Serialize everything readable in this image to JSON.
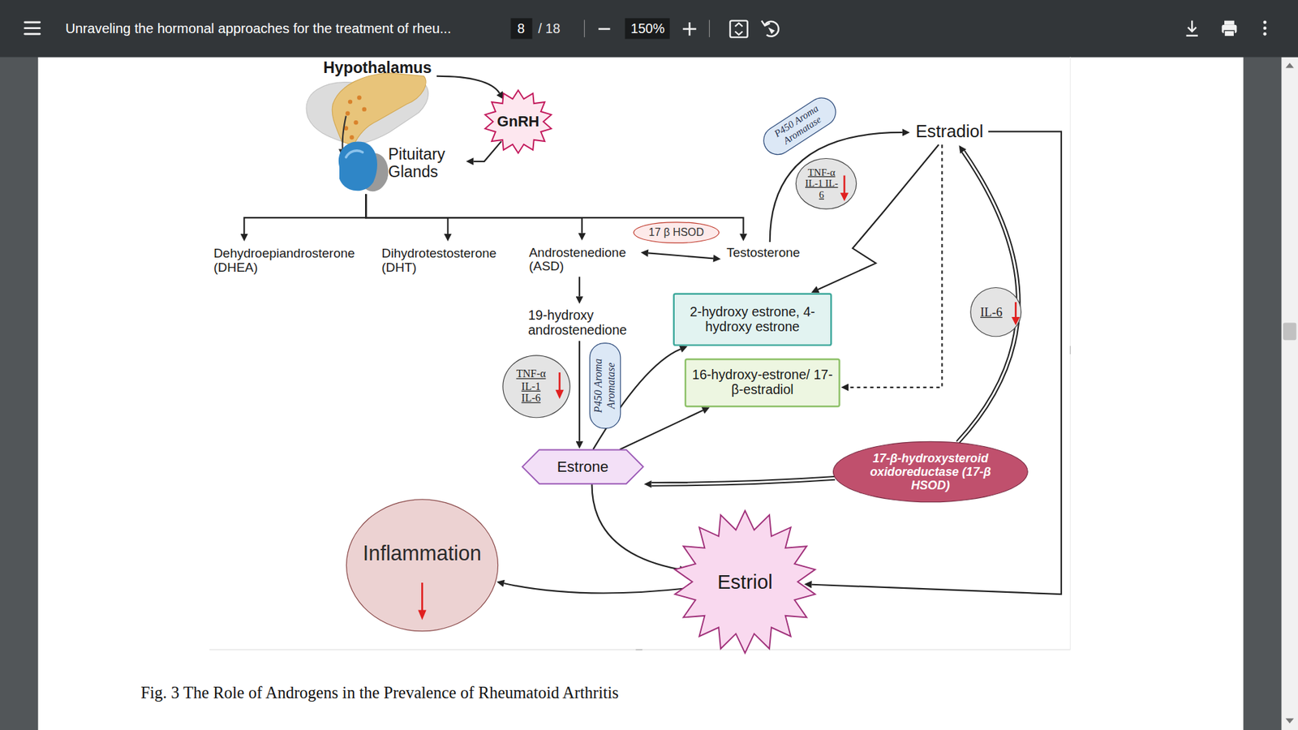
{
  "diagram": {
    "caption": "Fig. 3 The Role of Androgens in the Prevalence of Rheumatoid Arthritis",
    "nodes": [
      {
        "text": [
          "Hypothalamus"
        ]
      },
      {
        "text": [
          "GnRH"
        ]
      },
      {
        "text": [
          "Pituitary Glands"
        ]
      },
      {
        "text": [
          "Dehydroepiandrosterone (DHEA)"
        ]
      },
      {
        "text": [
          "Dihydrotestosterone (DHT)"
        ]
      },
      {
        "text": [
          "Androstenedione (ASD)"
        ]
      },
      {
        "text": [
          "17 β HSOD"
        ]
      },
      {
        "text": [
          "Testosterone"
        ]
      },
      {
        "text": [
          "P450 Aroma Aromatase"
        ]
      },
      {
        "text": [
          "TNF-α IL-1 IL-6"
        ]
      },
      {
        "text": [
          "Estradiol"
        ]
      },
      {
        "text": [
          "19-hydroxy androstenedione"
        ]
      },
      {
        "text": [
          "TNF-α IL-1 IL-6"
        ]
      },
      {
        "text": [
          "P450 Aroma Aromatase"
        ]
      },
      {
        "text": [
          "2-hydroxy estrone, 4-hydroxy estrone"
        ]
      },
      {
        "text": [
          "16-hydroxy-estrone/ 17-β-estradiol"
        ]
      },
      {
        "text": [
          "IL-6"
        ]
      },
      {
        "text": [
          "Estrone"
        ]
      },
      {
        "text": [
          "17-β-hydroxysteroid oxidoreductase (17-β HSOD)"
        ]
      },
      {
        "text": [
          "Inflammation"
        ]
      },
      {
        "text": [
          "Estriol"
        ]
      }
    ],
    "edges": [
      {
        "from": 0,
        "to": 1,
        "arrow": "to"
      },
      {
        "from": 1,
        "to": 2,
        "arrow": "to"
      },
      {
        "from": 2,
        "to": 3,
        "arrow": "to"
      },
      {
        "from": 2,
        "to": 4,
        "arrow": "to"
      },
      {
        "from": 2,
        "to": 5,
        "arrow": "to"
      },
      {
        "from": 2,
        "to": 7,
        "arrow": "to"
      },
      {
        "from": 5,
        "to": 7,
        "arrow": "both"
      },
      {
        "from": 5,
        "to": 11,
        "arrow": "to"
      },
      {
        "from": 11,
        "to": 17,
        "arrow": "to"
      },
      {
        "from": 7,
        "to": 10,
        "arrow": "to"
      },
      {
        "from": 10,
        "to": 14,
        "arrow": "to"
      },
      {
        "from": 10,
        "to": 15,
        "arrow": "to"
      },
      {
        "from": 10,
        "to": 20,
        "arrow": "to"
      },
      {
        "from": 17,
        "to": 14,
        "arrow": "to"
      },
      {
        "from": 17,
        "to": 15,
        "arrow": "to"
      },
      {
        "from": 17,
        "to": 20,
        "arrow": "to"
      },
      {
        "from": 20,
        "to": 19,
        "arrow": "to"
      },
      {
        "from": 18,
        "to": 10,
        "arrow": "to"
      },
      {
        "from": 18,
        "to": 17,
        "arrow": "to"
      }
    ],
    "labels": [
      "Unraveling the hormonal approaches for the treatment of rheu...",
      "8",
      "/ 18",
      "150%"
    ]
  }
}
